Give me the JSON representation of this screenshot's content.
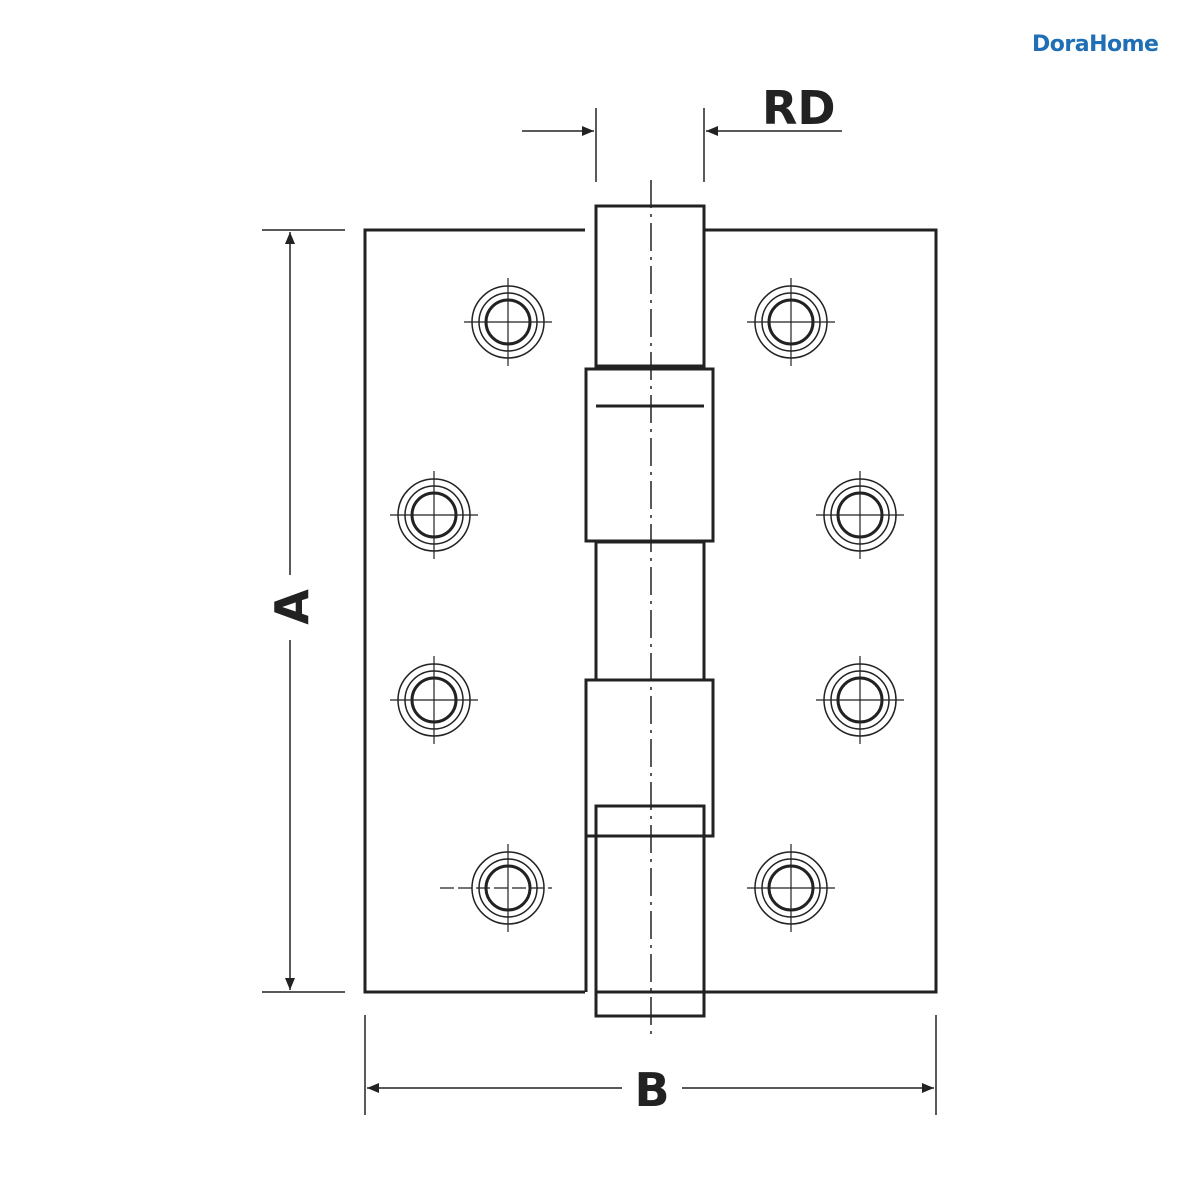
{
  "brand": {
    "name": "DoraHome",
    "color": "#1f6fb5"
  },
  "diagram": {
    "labels": {
      "height": "A",
      "width": "B",
      "knuckle_diameter": "RD"
    },
    "screw_holes_per_leaf": 4,
    "knuckles": 5
  },
  "colors": {
    "line": "#222222",
    "background": "#ffffff"
  }
}
